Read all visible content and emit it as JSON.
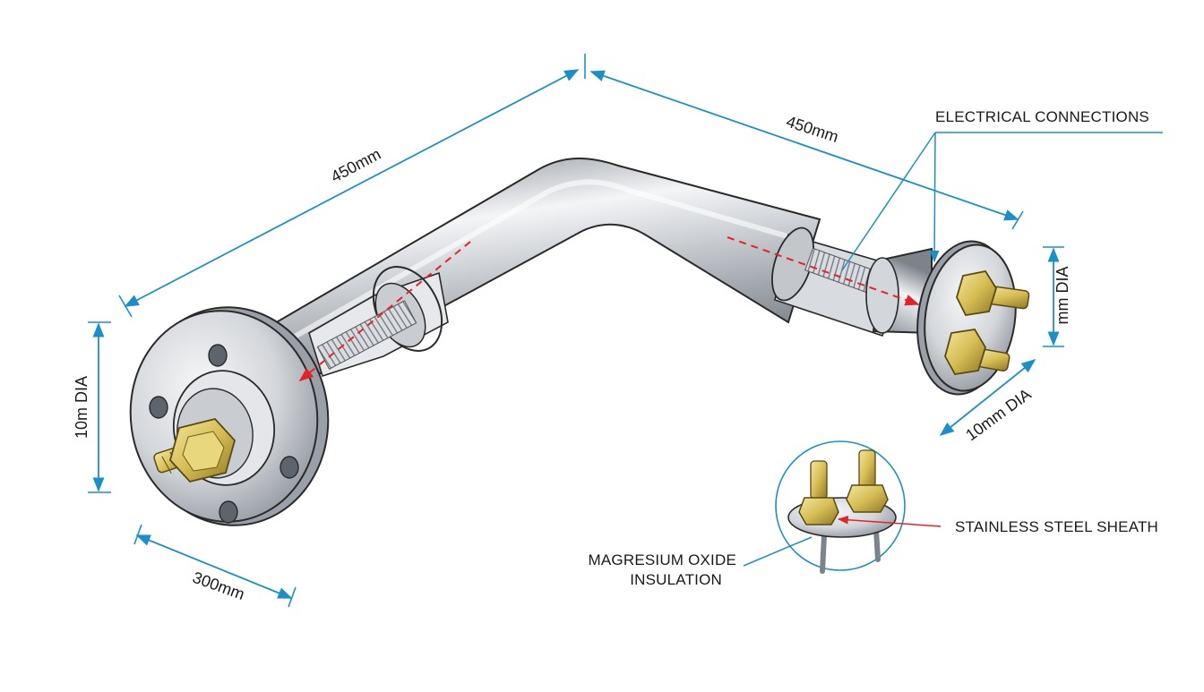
{
  "diagram": {
    "colors": {
      "dimension": "#1e8fc6",
      "flow_arrow": "#e0242a",
      "metal_light": "#f2f3f5",
      "metal_mid": "#bcc1c7",
      "metal_dark": "#7d838b",
      "brass_light": "#f3e6a0",
      "brass_mid": "#d6bd55",
      "brass_dark": "#8e7826",
      "outline": "#2a2a2a"
    },
    "dimensions": {
      "upper_left_length": "450mm",
      "upper_right_length": "450mm",
      "left_diameter": "10m DIA",
      "right_diameter": "mm DIA",
      "terminal_diameter": "10mm DIA",
      "flange_width": "300mm"
    },
    "labels": {
      "electrical_connections": "ELECTRICAL CONNECTIONS",
      "sheath": "STAINLESS STEEL SHEATH",
      "insulation_line1": "MAGRESIUM OXIDE",
      "insulation_line2": "INSULATION"
    }
  }
}
